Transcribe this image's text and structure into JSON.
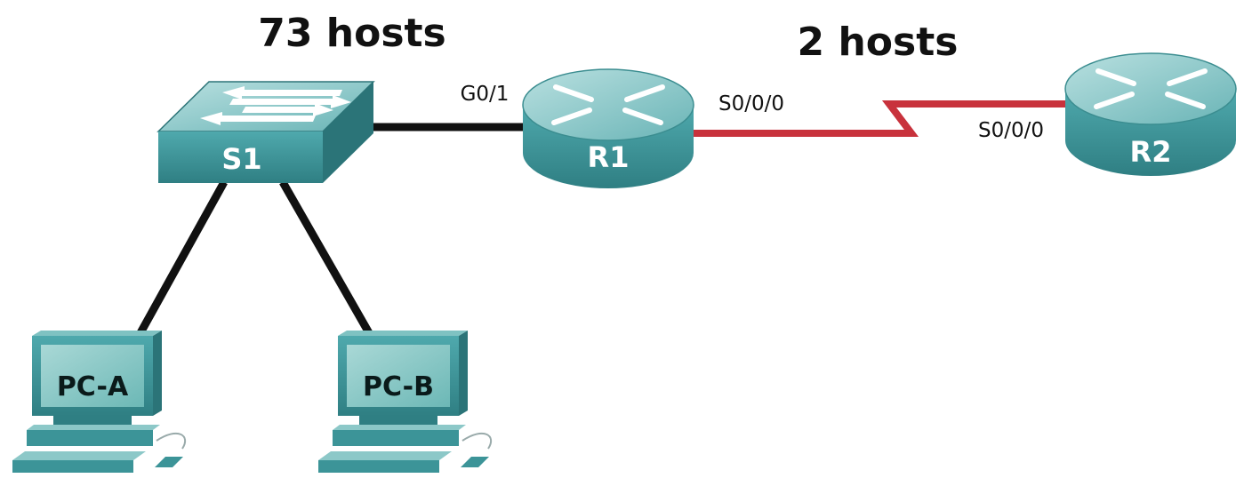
{
  "labels": {
    "lan_hosts": "73 hosts",
    "wan_hosts": "2 hosts",
    "r1_g01": "G0/1",
    "r1_s000": "S0/0/0",
    "r2_s000": "S0/0/0"
  },
  "devices": {
    "s1": "S1",
    "r1": "R1",
    "r2": "R2",
    "pca": "PC-A",
    "pcb": "PC-B"
  },
  "colors": {
    "ethernet_link": "#111111",
    "serial_link": "#c8323c",
    "device_teal": "#3c9498"
  }
}
